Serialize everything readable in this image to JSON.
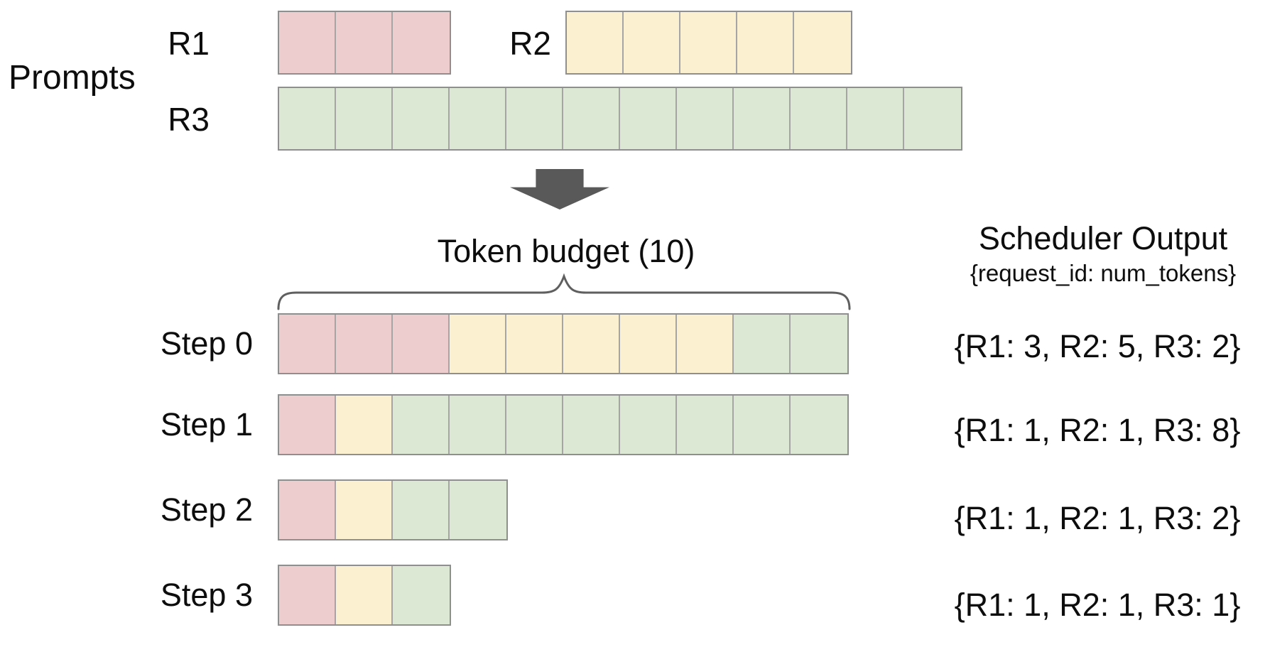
{
  "diagram": {
    "prompts": {
      "section_label": "Prompts",
      "requests": [
        {
          "id": "R1",
          "tokens": 3
        },
        {
          "id": "R2",
          "tokens": 5
        },
        {
          "id": "R3",
          "tokens": 12
        }
      ]
    },
    "token_budget": {
      "label": "Token budget (10)",
      "value": 10
    },
    "scheduler_output": {
      "title": "Scheduler Output",
      "subtitle": "{request_id: num_tokens}"
    },
    "steps": [
      {
        "label": "Step 0",
        "allocation": {
          "R1": 3,
          "R2": 5,
          "R3": 2
        },
        "output": "{R1: 3, R2: 5, R3: 2}"
      },
      {
        "label": "Step 1",
        "allocation": {
          "R1": 1,
          "R2": 1,
          "R3": 8
        },
        "output": "{R1: 1, R2: 1, R3: 8}"
      },
      {
        "label": "Step 2",
        "allocation": {
          "R1": 1,
          "R2": 1,
          "R3": 2
        },
        "output": "{R1: 1, R2: 1, R3: 2}"
      },
      {
        "label": "Step 3",
        "allocation": {
          "R1": 1,
          "R2": 1,
          "R3": 1
        },
        "output": "{R1: 1, R2: 1, R3: 1}"
      }
    ],
    "colors": {
      "R1": "#eecdcf",
      "R2": "#fbf0d0",
      "R3": "#dde8d4",
      "cell_border": "#a5a5a5",
      "row_border": "#8f8f8f",
      "arrow": "#595959",
      "brace": "#5f5f5f",
      "text": "#0d0d0d"
    }
  }
}
